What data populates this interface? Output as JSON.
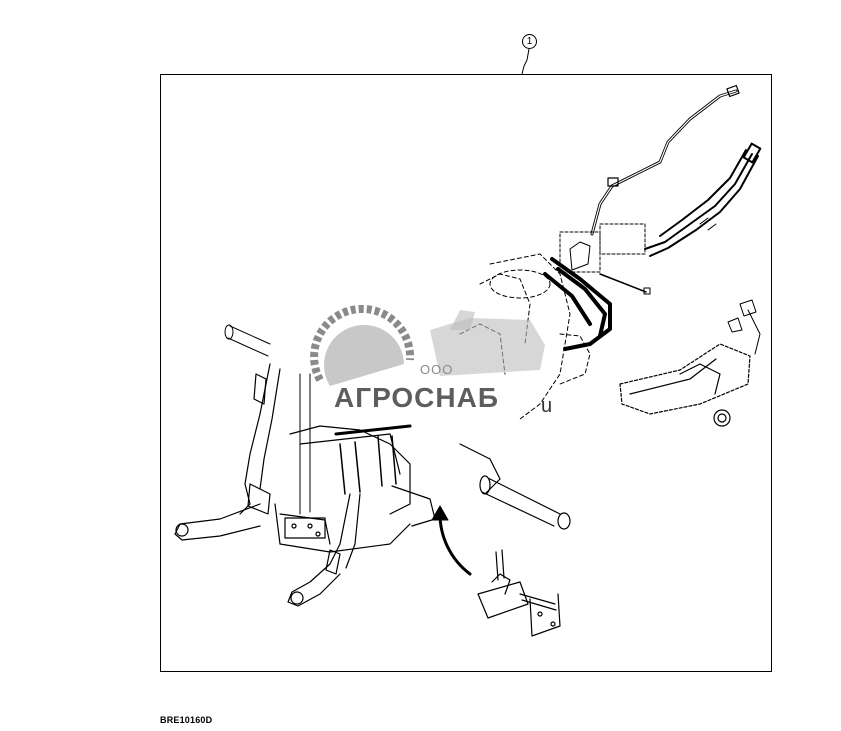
{
  "diagram": {
    "callout_number": "1",
    "figure_id": "BRE10160D"
  },
  "watermark": {
    "line_small": "ООО",
    "line_big": "АГРОСНАБ",
    "suffix": "u"
  },
  "colors": {
    "line": "#000000",
    "watermark_gray": "#8a8a8a",
    "watermark_dark": "#5d5d5d"
  }
}
